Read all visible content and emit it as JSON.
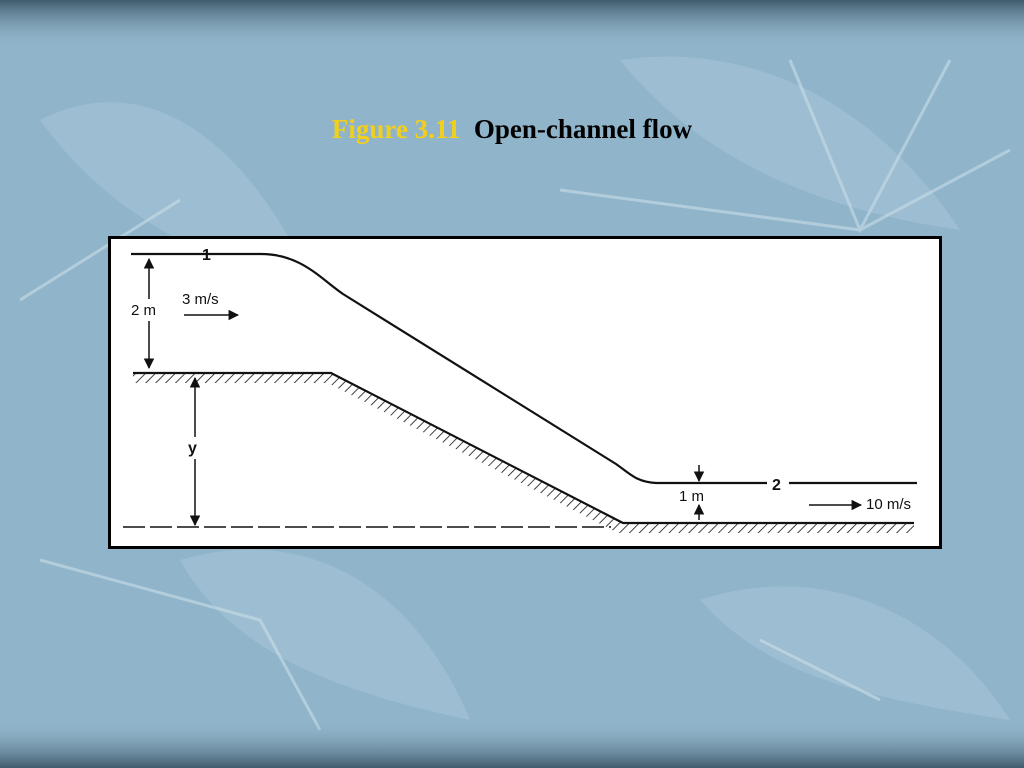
{
  "slide": {
    "title_number": "Figure 3.11",
    "title_text": "Open-channel flow"
  },
  "diagram": {
    "section1_label": "1",
    "section2_label": "2",
    "depth1_label": "2 m",
    "velocity1_label": "3 m/s",
    "height_label": "y",
    "depth2_label": "1 m",
    "velocity2_label": "10 m/s"
  },
  "colors": {
    "background": "#8fb3c9",
    "band": "#4f6d80",
    "title_accent": "#f2cf1a"
  }
}
